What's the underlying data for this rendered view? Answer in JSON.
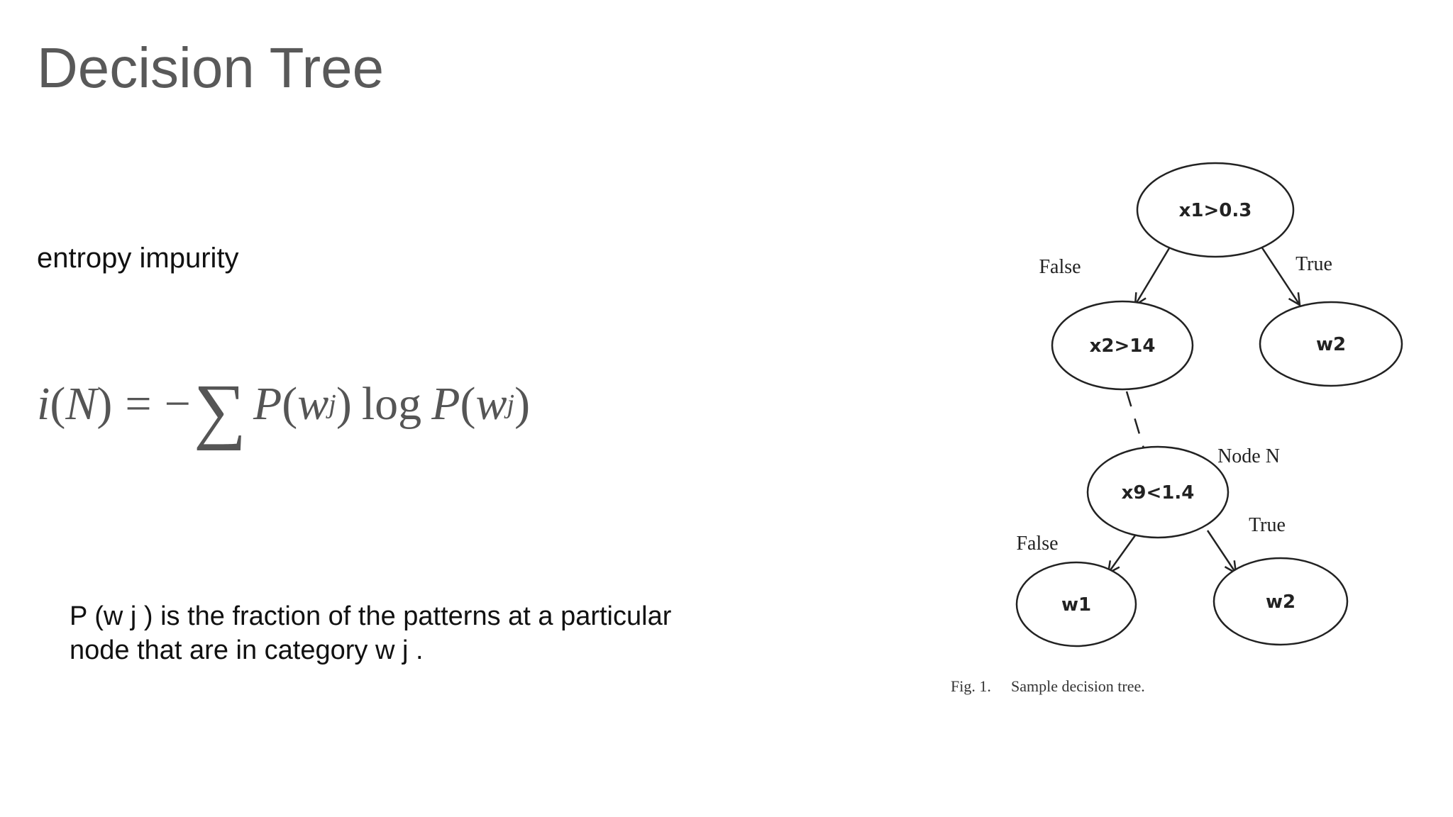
{
  "slide": {
    "title": "Decision Tree",
    "subtitle": "entropy impurity",
    "description": [
      "P (w j ) is the fraction of the patterns at a particular",
      "node that are in category w j ."
    ]
  },
  "formula": {
    "lhs_i": "i",
    "lhs_paren_open": "(",
    "lhs_N": "N",
    "lhs_paren_close": ")",
    "equals": "=",
    "minus": "−",
    "sum": "∑",
    "p1": "P",
    "p1_open": "(",
    "p1_w": "w",
    "p1_sub": "j",
    "p1_close": ")",
    "log": "log",
    "p2": "P",
    "p2_open": "(",
    "p2_w": "w",
    "p2_sub": "j",
    "p2_close": ")"
  },
  "diagram": {
    "nodes": {
      "root": "x1>0.3",
      "left": "x2>14",
      "right": "w2",
      "node_n": "x9<1.4",
      "leaf_left": "w1",
      "leaf_right": "w2"
    },
    "edges": {
      "root_left": "False",
      "root_right": "True",
      "n_left": "False",
      "n_right": "True"
    },
    "node_n_label": "Node N",
    "caption_fig": "Fig. 1.",
    "caption_text": "Sample decision tree."
  }
}
